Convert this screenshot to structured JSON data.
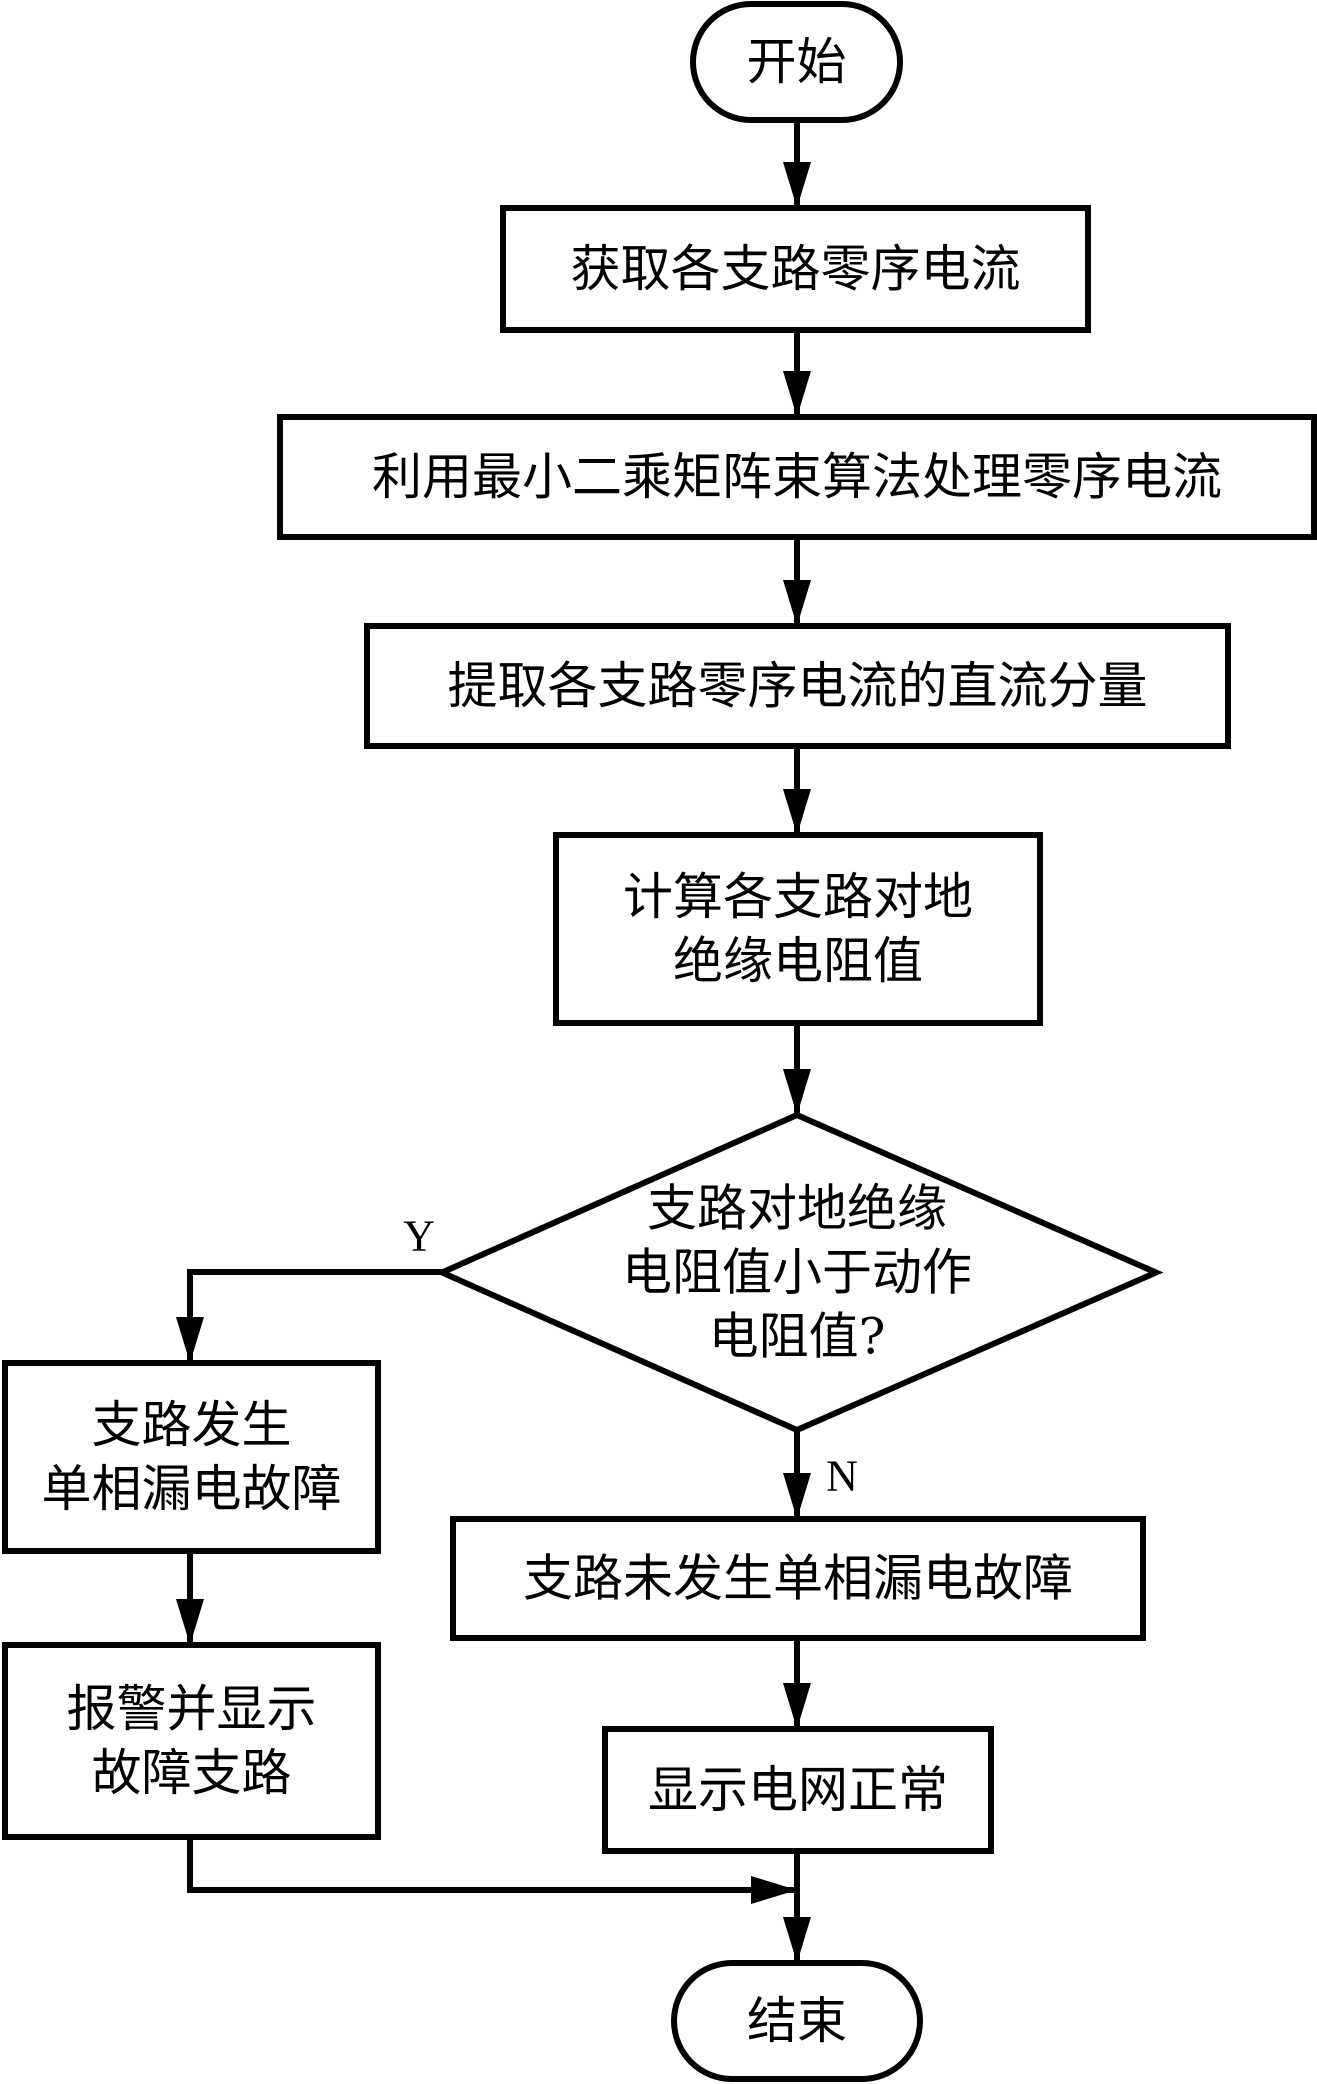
{
  "diagram": {
    "type": "flowchart",
    "colors": {
      "stroke": "#000000",
      "background": "#ffffff",
      "text": "#000000"
    },
    "nodes": [
      {
        "id": "start",
        "kind": "terminal",
        "lines": [
          "开始"
        ]
      },
      {
        "id": "get_current",
        "kind": "process",
        "lines": [
          "获取各支路零序电流"
        ]
      },
      {
        "id": "process_current",
        "kind": "process",
        "lines": [
          "利用最小二乘矩阵束算法处理零序电流"
        ]
      },
      {
        "id": "extract_dc",
        "kind": "process",
        "lines": [
          "提取各支路零序电流的直流分量"
        ]
      },
      {
        "id": "calc_resistance",
        "kind": "process",
        "lines": [
          "计算各支路对地",
          "绝缘电阻值"
        ]
      },
      {
        "id": "decision",
        "kind": "decision",
        "lines": [
          "支路对地绝缘",
          "电阻值小于动作",
          "电阻值?"
        ]
      },
      {
        "id": "fault",
        "kind": "process",
        "lines": [
          "支路发生",
          "单相漏电故障"
        ]
      },
      {
        "id": "alarm",
        "kind": "process",
        "lines": [
          "报警并显示",
          "故障支路"
        ]
      },
      {
        "id": "no_fault",
        "kind": "process",
        "lines": [
          "支路未发生单相漏电故障"
        ]
      },
      {
        "id": "normal",
        "kind": "process",
        "lines": [
          "显示电网正常"
        ]
      },
      {
        "id": "end",
        "kind": "terminal",
        "lines": [
          "结束"
        ]
      }
    ],
    "edges": [
      {
        "from": "start",
        "to": "get_current",
        "label": ""
      },
      {
        "from": "get_current",
        "to": "process_current",
        "label": ""
      },
      {
        "from": "process_current",
        "to": "extract_dc",
        "label": ""
      },
      {
        "from": "extract_dc",
        "to": "calc_resistance",
        "label": ""
      },
      {
        "from": "calc_resistance",
        "to": "decision",
        "label": ""
      },
      {
        "from": "decision",
        "to": "fault",
        "label": "Y"
      },
      {
        "from": "decision",
        "to": "no_fault",
        "label": "N"
      },
      {
        "from": "fault",
        "to": "alarm",
        "label": ""
      },
      {
        "from": "no_fault",
        "to": "normal",
        "label": ""
      },
      {
        "from": "alarm",
        "to": "end",
        "label": ""
      },
      {
        "from": "normal",
        "to": "end",
        "label": ""
      }
    ]
  }
}
